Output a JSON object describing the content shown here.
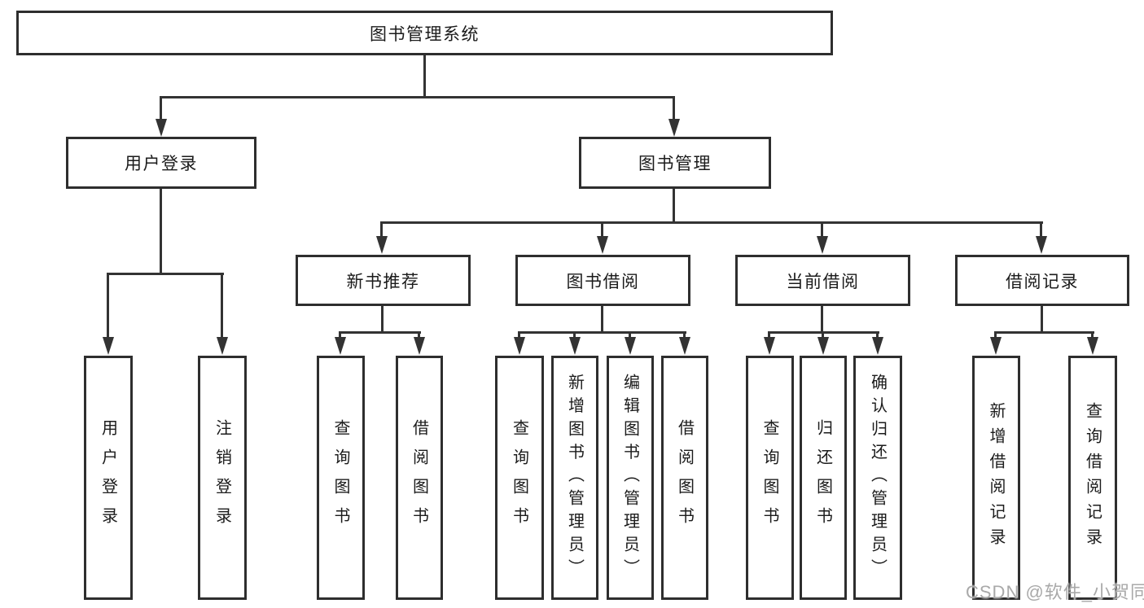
{
  "tree": {
    "root": {
      "label": "图书管理系统",
      "children": [
        {
          "label": "用户登录",
          "children": [
            {
              "label": "用户登录"
            },
            {
              "label": "注销登录"
            }
          ]
        },
        {
          "label": "图书管理",
          "children": [
            {
              "label": "新书推荐",
              "children": [
                {
                  "label": "查询图书"
                },
                {
                  "label": "借阅图书"
                }
              ]
            },
            {
              "label": "图书借阅",
              "children": [
                {
                  "label": "查询图书"
                },
                {
                  "label": "新增图书（管理员）"
                },
                {
                  "label": "编辑图书（管理员）"
                },
                {
                  "label": "借阅图书"
                }
              ]
            },
            {
              "label": "当前借阅",
              "children": [
                {
                  "label": "查询图书"
                },
                {
                  "label": "归还图书"
                },
                {
                  "label": "确认归还（管理员）"
                }
              ]
            },
            {
              "label": "借阅记录",
              "children": [
                {
                  "label": "新增借阅记录"
                },
                {
                  "label": "查询借阅记录"
                }
              ]
            }
          ]
        }
      ]
    }
  },
  "watermark": {
    "text": "CSDN @软件_小贺同学"
  },
  "colors": {
    "line": "#333333",
    "box_border": "#2e2e2e",
    "text": "#1b1b1b",
    "background": "#ffffff",
    "watermark": "#a9a9a9"
  }
}
